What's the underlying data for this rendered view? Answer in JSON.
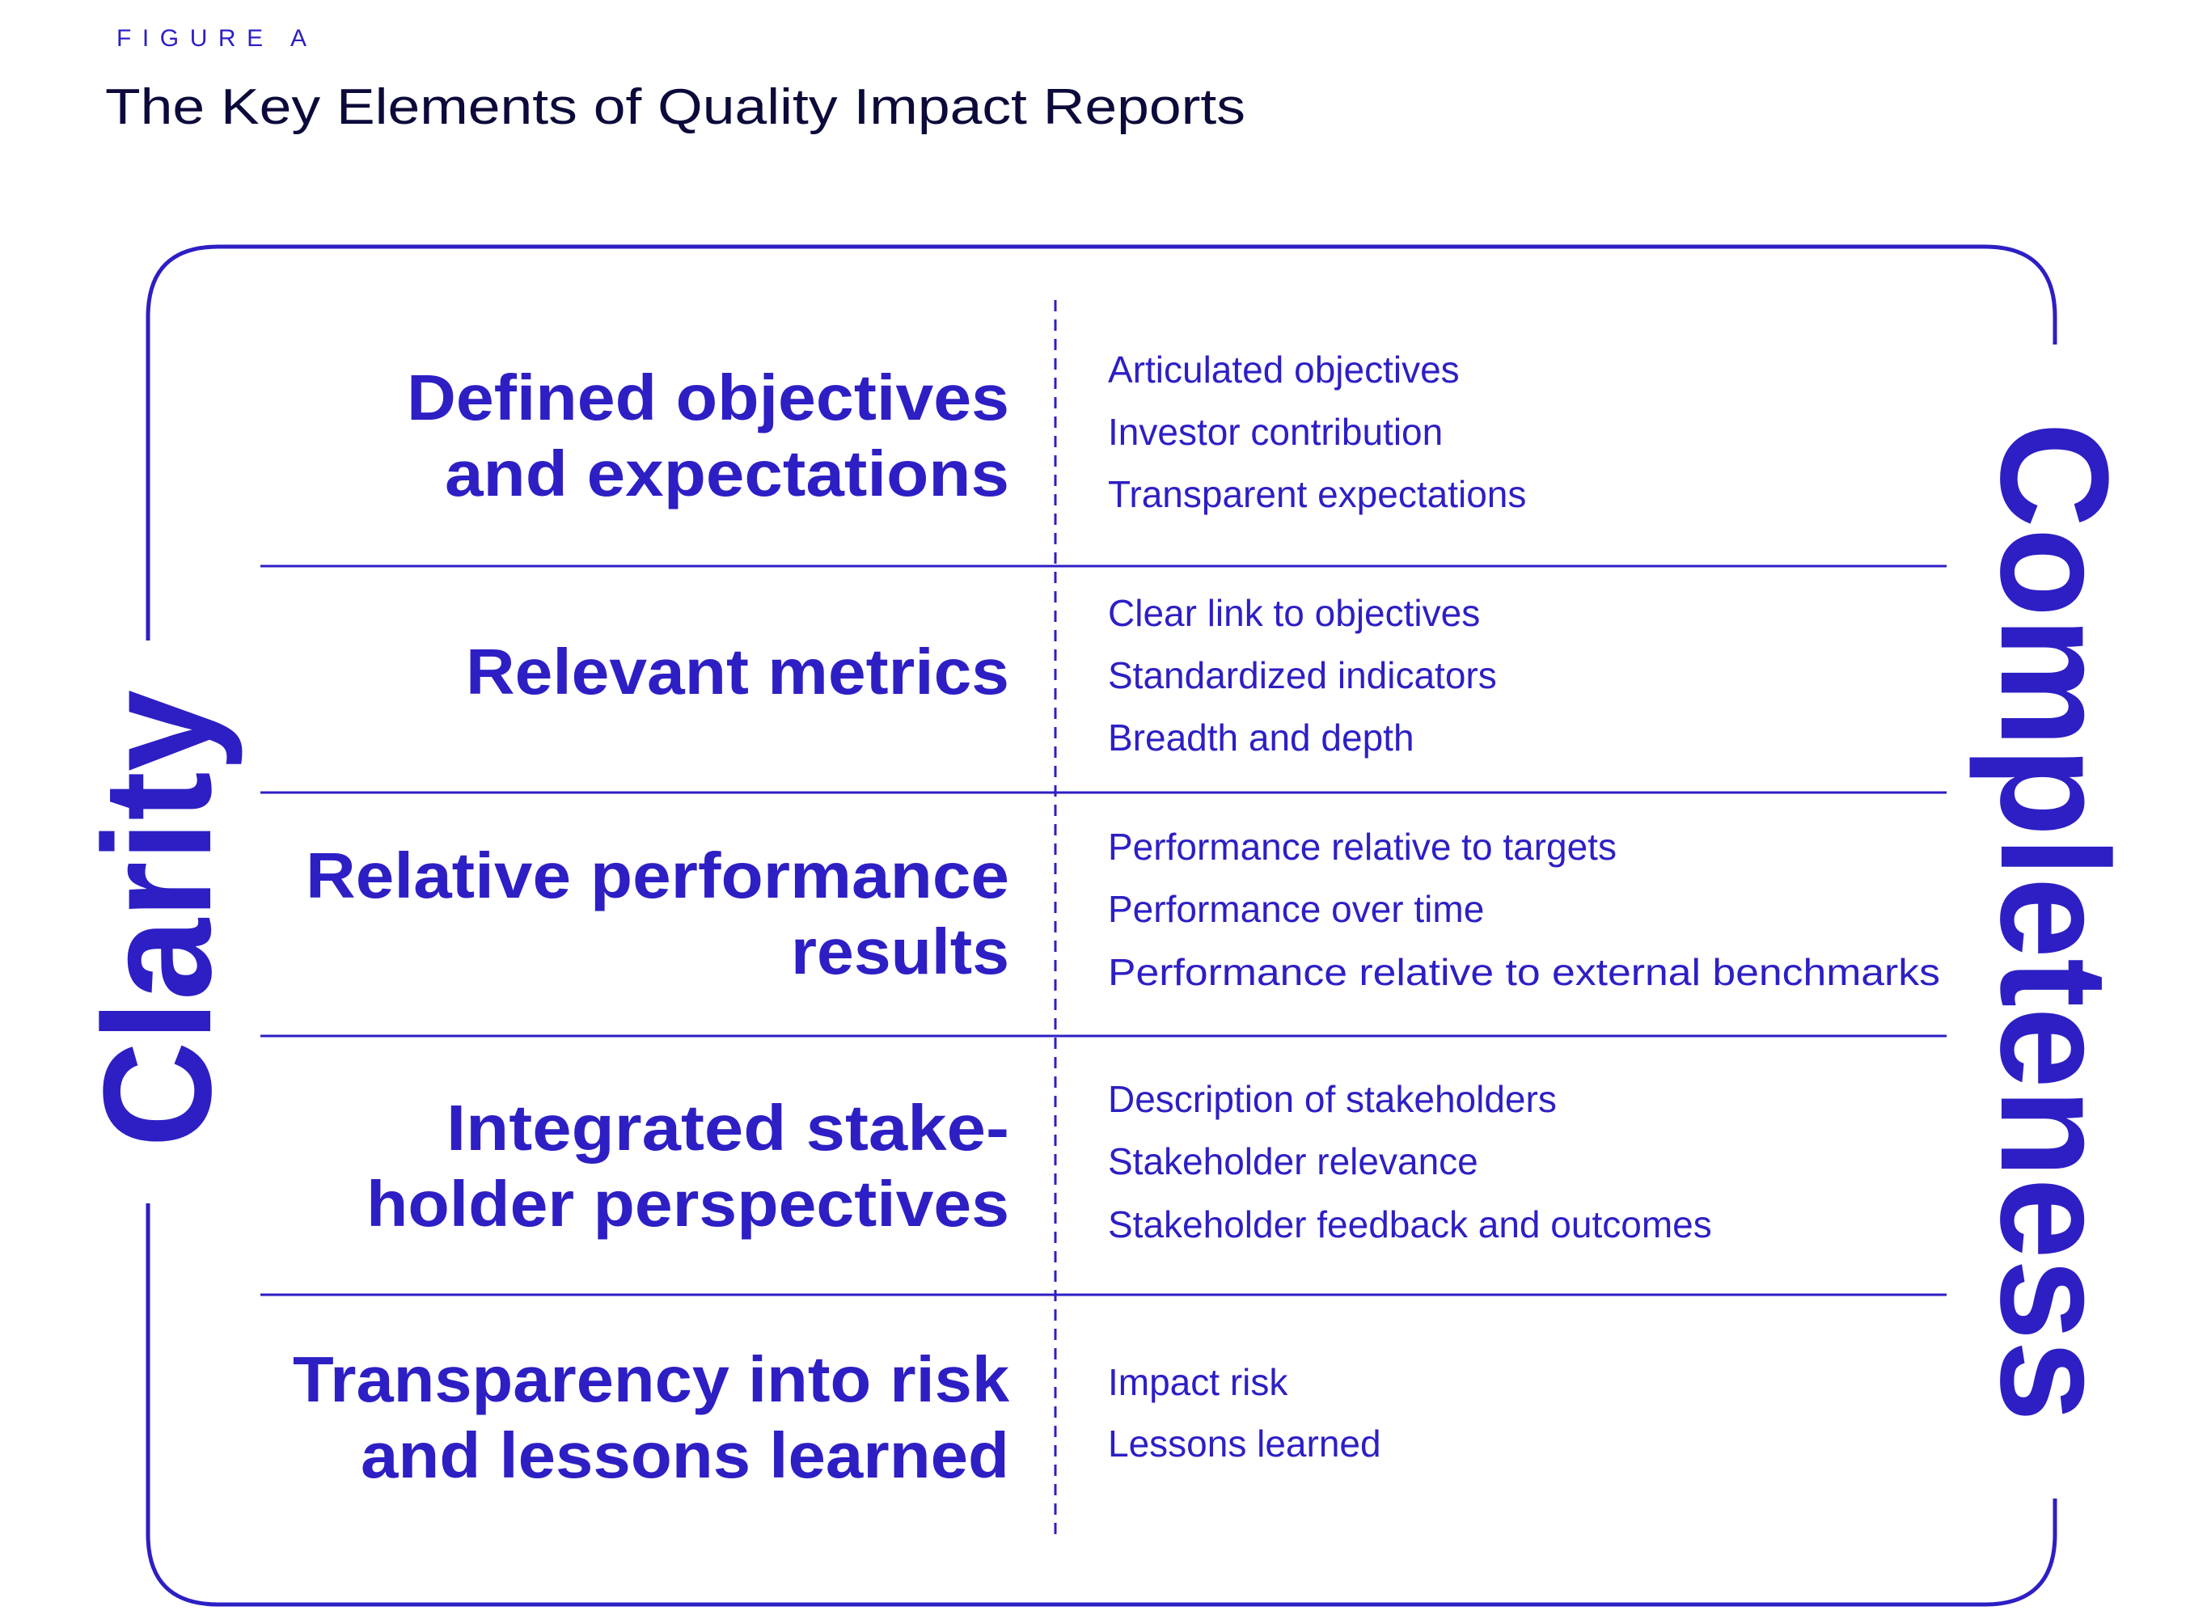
{
  "figure_label": "FIGURE A",
  "title": "The Key Elements of Quality Impact Reports",
  "left_axis": "Clarity",
  "right_axis": "Completeness",
  "colors": {
    "accent": "#2d1fc4",
    "title": "#0c0a3a"
  },
  "rows": [
    {
      "heading": [
        "Defined objectives",
        "and expectations"
      ],
      "items": [
        "Articulated objectives",
        "Investor contribution",
        "Transparent expectations"
      ]
    },
    {
      "heading": [
        "Relevant metrics"
      ],
      "items": [
        "Clear link to objectives",
        "Standardized indicators",
        "Breadth and depth"
      ]
    },
    {
      "heading": [
        "Relative performance",
        "results"
      ],
      "items": [
        "Performance relative to targets",
        "Performance over time",
        "Performance relative to external benchmarks"
      ]
    },
    {
      "heading": [
        "Integrated stake-",
        "holder perspectives"
      ],
      "items": [
        "Description of stakeholders",
        "Stakeholder relevance",
        "Stakeholder feedback and outcomes"
      ]
    },
    {
      "heading": [
        "Transparency into risk",
        "and lessons learned"
      ],
      "items": [
        "Impact risk",
        "Lessons learned"
      ]
    }
  ]
}
